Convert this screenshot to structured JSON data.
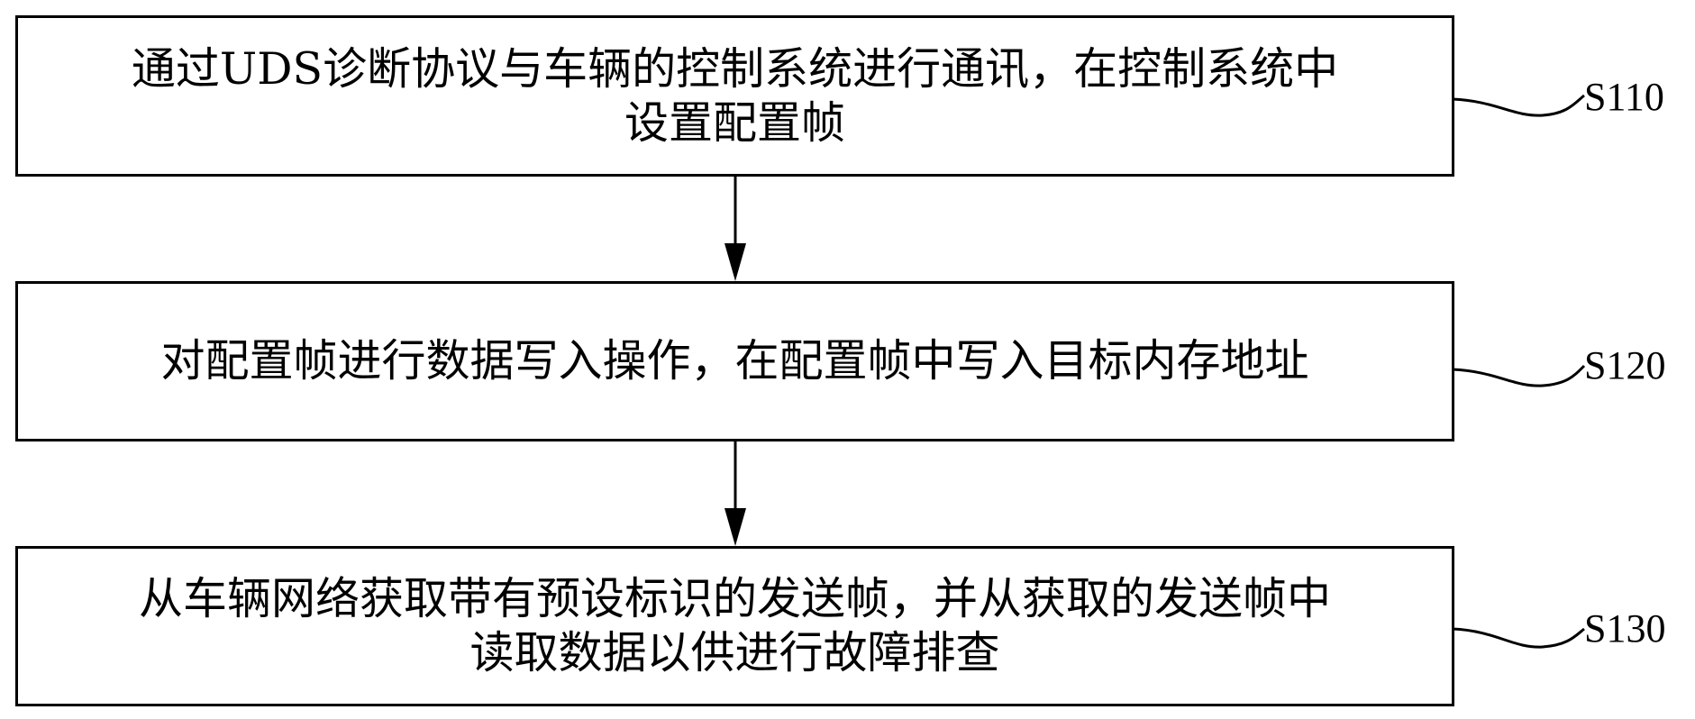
{
  "steps": [
    {
      "id": "S110",
      "lines": [
        "通过UDS诊断协议与车辆的控制系统进行通讯，在控制系统中",
        "设置配置帧"
      ]
    },
    {
      "id": "S120",
      "lines": [
        "对配置帧进行数据写入操作，在配置帧中写入目标内存地址"
      ]
    },
    {
      "id": "S130",
      "lines": [
        "从车辆网络获取带有预设标识的发送帧，并从获取的发送帧中",
        "读取数据以供进行故障排查"
      ]
    }
  ],
  "colors": {
    "line": "#000000",
    "background": "#ffffff"
  }
}
